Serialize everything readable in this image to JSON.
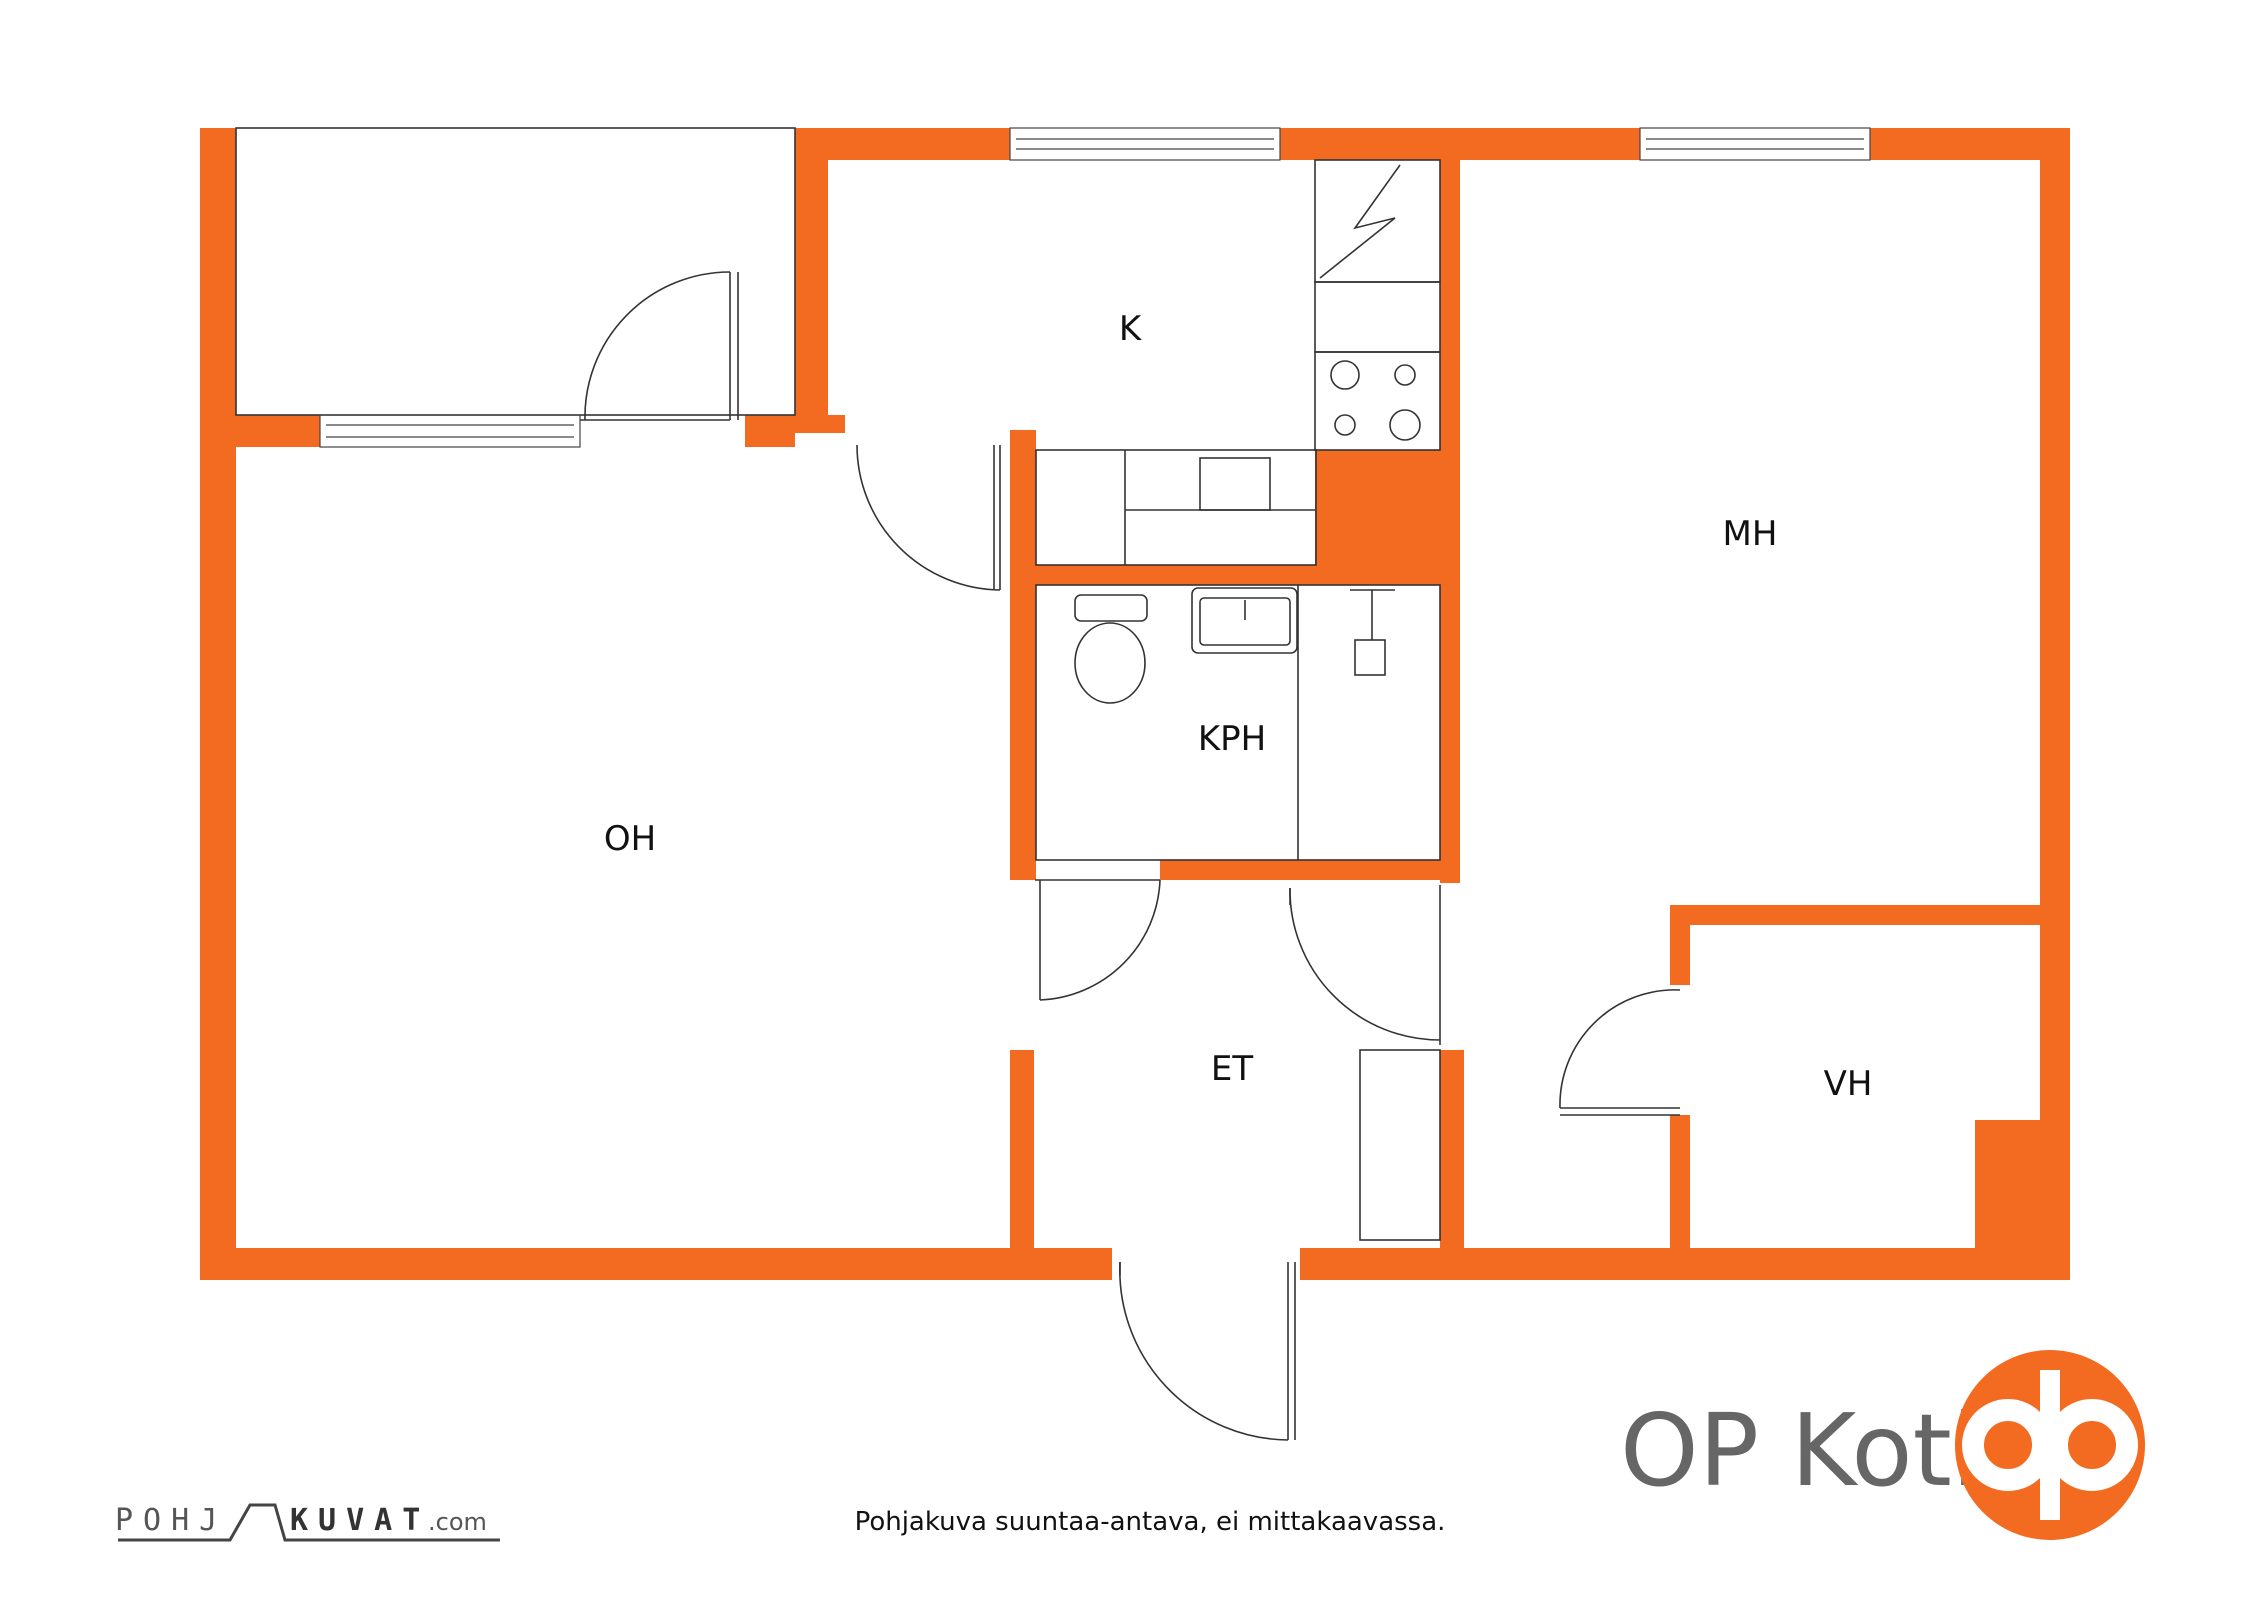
{
  "colors": {
    "wall": "#f26b21",
    "brand_text": "#666666",
    "logo": "#f26b21"
  },
  "rooms": {
    "oh": "OH",
    "k": "K",
    "mh": "MH",
    "kph": "KPH",
    "et": "ET",
    "vh": "VH"
  },
  "brand": {
    "name": "OP Koti"
  },
  "watermark": {
    "part1": "POHJ",
    "part2": "KUVAT",
    "suffix": ".com"
  },
  "caption": "Pohjakuva suuntaa-antava, ei mittakaavassa."
}
